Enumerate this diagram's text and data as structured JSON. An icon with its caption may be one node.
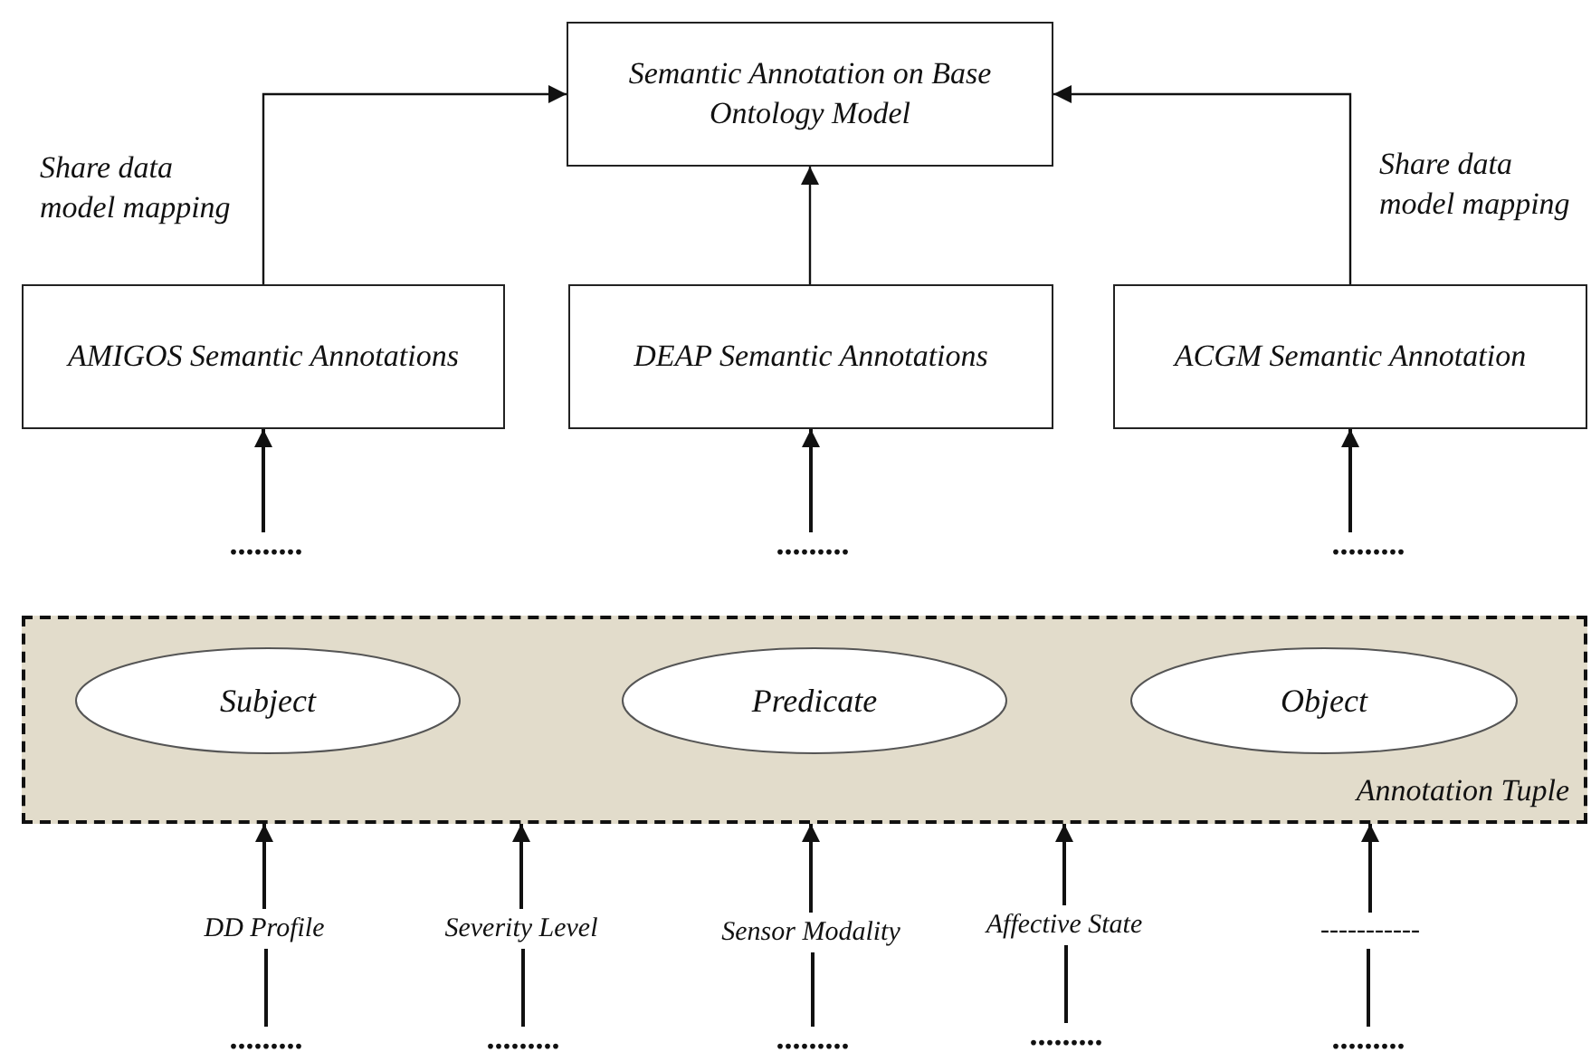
{
  "diagram": {
    "nodes": [
      {
        "text": [
          "Semantic Annotation on Base Ontology Model"
        ]
      },
      {
        "text": [
          "AMIGOS Semantic Annotations"
        ]
      },
      {
        "text": [
          "DEAP Semantic Annotations"
        ]
      },
      {
        "text": [
          "ACGM Semantic Annotation"
        ]
      },
      {
        "text": [
          "........."
        ]
      },
      {
        "text": [
          "........."
        ]
      },
      {
        "text": [
          "........."
        ]
      },
      {
        "text": [
          "Annotation Tuple"
        ]
      },
      {
        "text": [
          "Subject"
        ],
        "in": 7
      },
      {
        "text": [
          "Predicate"
        ],
        "in": 7
      },
      {
        "text": [
          "Object"
        ],
        "in": 7
      },
      {
        "text": [
          "DD Profile"
        ]
      },
      {
        "text": [
          "Severity Level"
        ]
      },
      {
        "text": [
          "Sensor Modality"
        ]
      },
      {
        "text": [
          "Affective State"
        ]
      },
      {
        "text": [
          "-----------"
        ]
      },
      {
        "text": [
          "........."
        ]
      },
      {
        "text": [
          "........."
        ]
      },
      {
        "text": [
          "........."
        ]
      },
      {
        "text": [
          "........."
        ]
      },
      {
        "text": [
          "........."
        ]
      }
    ],
    "edges": [
      {
        "from": 1,
        "to": 0,
        "arrow": "to",
        "label": "Share data model mapping"
      },
      {
        "from": 2,
        "to": 0,
        "arrow": "to"
      },
      {
        "from": 3,
        "to": 0,
        "arrow": "to",
        "label": "Share data model mapping"
      },
      {
        "from": 4,
        "to": 1,
        "arrow": "to"
      },
      {
        "from": 5,
        "to": 2,
        "arrow": "to"
      },
      {
        "from": 6,
        "to": 3,
        "arrow": "to"
      },
      {
        "from": 11,
        "to": 7,
        "arrow": "to"
      },
      {
        "from": 12,
        "to": 7,
        "arrow": "to"
      },
      {
        "from": 13,
        "to": 7,
        "arrow": "to"
      },
      {
        "from": 14,
        "to": 7,
        "arrow": "to"
      },
      {
        "from": 15,
        "to": 7,
        "arrow": "to"
      },
      {
        "from": 16,
        "to": 11,
        "arrow": "none"
      },
      {
        "from": 17,
        "to": 12,
        "arrow": "none"
      },
      {
        "from": 18,
        "to": 13,
        "arrow": "none"
      },
      {
        "from": 19,
        "to": 14,
        "arrow": "none"
      },
      {
        "from": 20,
        "to": 15,
        "arrow": "none"
      }
    ]
  }
}
